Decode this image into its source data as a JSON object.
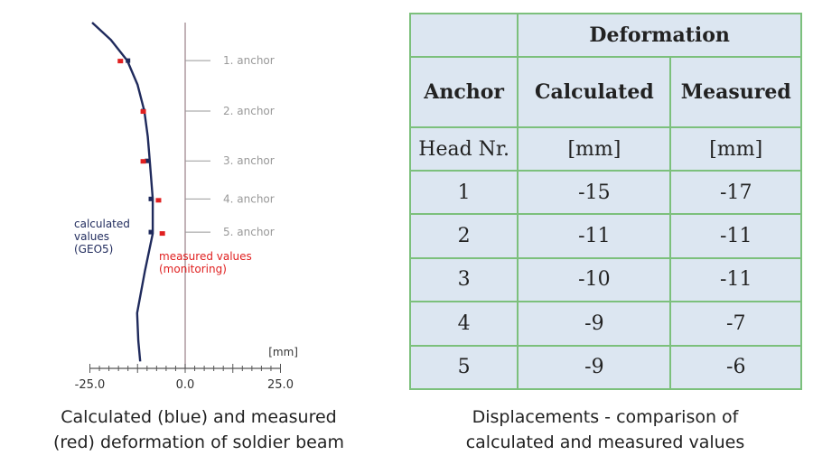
{
  "chart_data": {
    "type": "line",
    "xlabel_unit": "[mm]",
    "xlim": [
      -25,
      25
    ],
    "x_ticks": [
      "-25.0",
      "0.0",
      "25.0"
    ],
    "anchors": [
      {
        "label": "1. anchor",
        "depth": 11,
        "calculated": -15,
        "measured": -17
      },
      {
        "label": "2. anchor",
        "depth": 25.6,
        "calculated": -11,
        "measured": -11
      },
      {
        "label": "3. anchor",
        "depth": 40,
        "calculated": -10,
        "measured": -11
      },
      {
        "label": "4. anchor",
        "depth": 51,
        "calculated": -9,
        "measured": -7
      },
      {
        "label": "5. anchor",
        "depth": 60.6,
        "calculated": -9,
        "measured": -6
      }
    ],
    "calculated_profile": [
      [
        -24.4,
        0
      ],
      [
        -19.5,
        5
      ],
      [
        -15.2,
        11
      ],
      [
        -12.5,
        18
      ],
      [
        -10.7,
        25.6
      ],
      [
        -9.8,
        33
      ],
      [
        -9.3,
        40
      ],
      [
        -8.5,
        51
      ],
      [
        -8.5,
        61
      ],
      [
        -10.6,
        72
      ],
      [
        -12.6,
        84
      ],
      [
        -12.3,
        92
      ],
      [
        -11.8,
        98
      ]
    ],
    "legend_calculated": [
      "calculated",
      "values",
      "(GEO5)"
    ],
    "legend_measured": [
      "measured values",
      "(monitoring)"
    ],
    "colors": {
      "calculated": "#1f2a5c",
      "measured": "#e02020",
      "axis": "#a08890",
      "anchor": "#999999"
    }
  },
  "captions": {
    "left": [
      "Calculated (blue) and measured",
      "(red) deformation of soldier beam"
    ],
    "right": [
      "Displacements - comparison of",
      "calculated and measured values"
    ]
  },
  "table": {
    "group_header": "Deformation",
    "headers": [
      "Anchor",
      "Calculated",
      "Measured"
    ],
    "units": [
      "Head Nr.",
      "[mm]",
      "[mm]"
    ],
    "rows": [
      [
        "1",
        "-15",
        "-17"
      ],
      [
        "2",
        "-11",
        "-11"
      ],
      [
        "3",
        "-10",
        "-11"
      ],
      [
        "4",
        "-9",
        "-7"
      ],
      [
        "5",
        "-9",
        "-6"
      ]
    ]
  }
}
